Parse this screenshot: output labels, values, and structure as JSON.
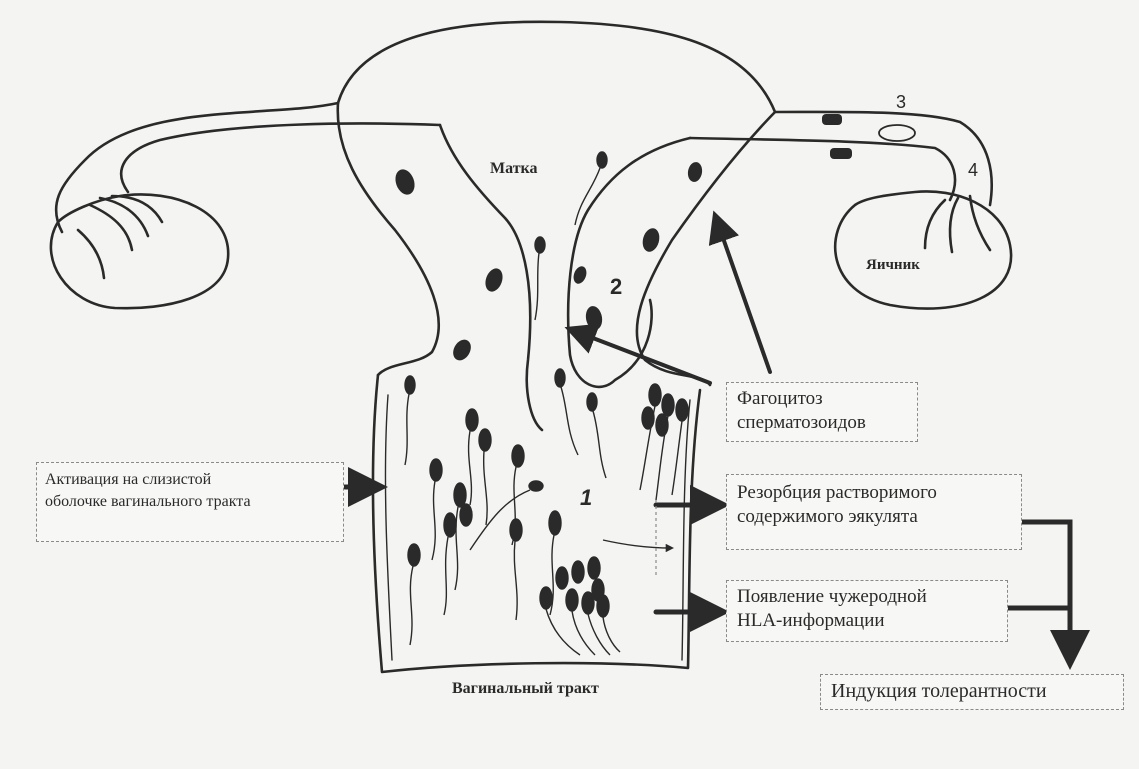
{
  "labels": {
    "uterus": "Матка",
    "ovary": "Яичник",
    "vaginal_tract": "Вагинальный тракт"
  },
  "numbers": {
    "n1": "1",
    "n2": "2",
    "n3": "3",
    "n4": "4"
  },
  "boxes": {
    "activation": [
      "Активация на слизистой",
      "оболочке вагинального тракта"
    ],
    "phagocytosis": [
      "Фагоцитоз",
      "сперматозоидов"
    ],
    "resorption": [
      "Резорбция растворимого",
      "содержимого эякулята"
    ],
    "hla": [
      "Появление чужеродной",
      "HLA-информации"
    ],
    "tolerance": [
      "Индукция толерантности"
    ]
  }
}
